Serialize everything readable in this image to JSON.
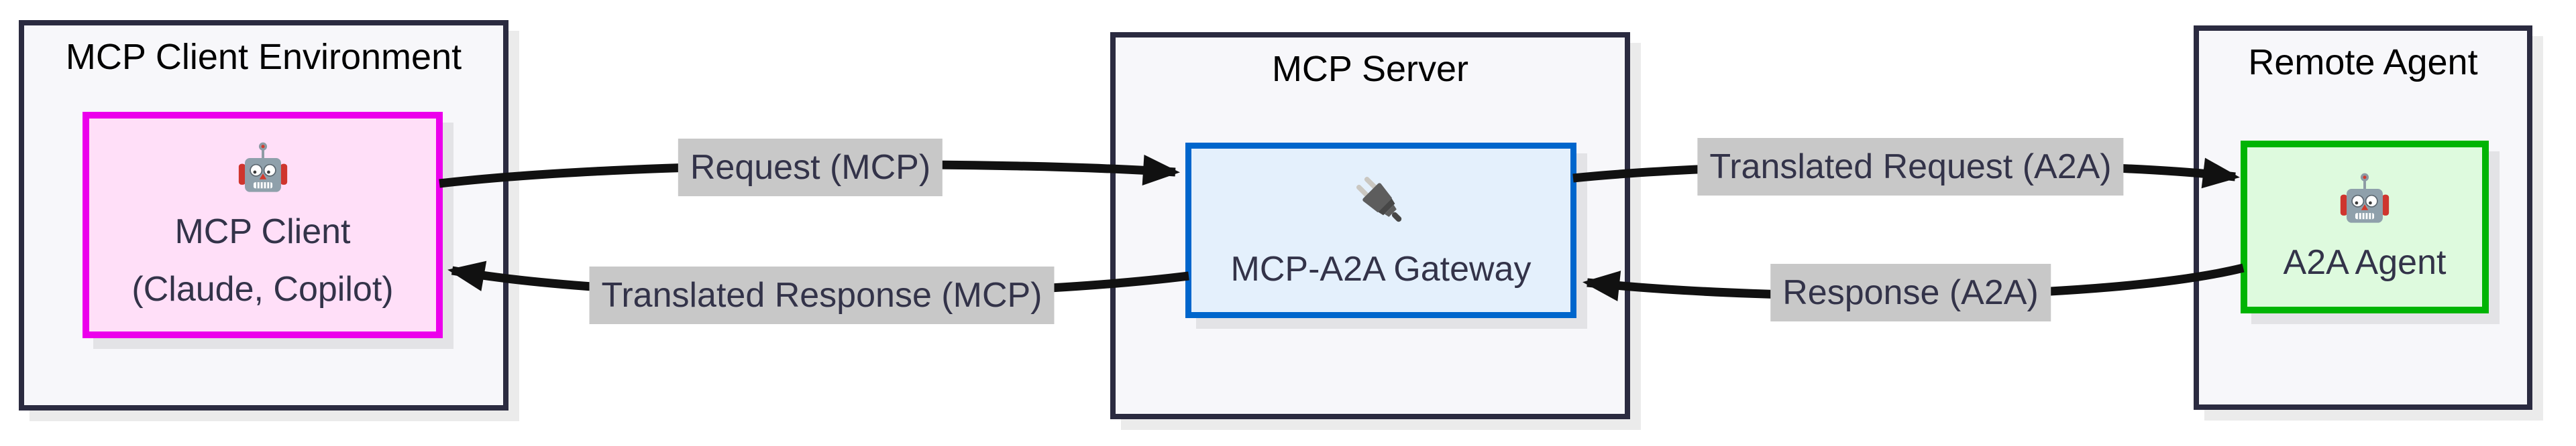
{
  "diagram": {
    "containers": [
      {
        "title": "MCP Client Environment",
        "node": {
          "icon": "robot",
          "line1": "MCP Client",
          "line2": "(Claude, Copilot)"
        }
      },
      {
        "title": "MCP Server",
        "node": {
          "icon": "plug",
          "line1": "MCP-A2A Gateway"
        }
      },
      {
        "title": "Remote Agent",
        "node": {
          "icon": "robot",
          "line1": "A2A Agent"
        }
      }
    ],
    "edges": [
      {
        "label": "Request (MCP)",
        "from": "MCP Client",
        "to": "MCP-A2A Gateway",
        "direction": "right"
      },
      {
        "label": "Translated Response (MCP)",
        "from": "MCP-A2A Gateway",
        "to": "MCP Client",
        "direction": "left"
      },
      {
        "label": "Translated Request (A2A)",
        "from": "MCP-A2A Gateway",
        "to": "A2A Agent",
        "direction": "right"
      },
      {
        "label": "Response (A2A)",
        "from": "A2A Agent",
        "to": "MCP-A2A Gateway",
        "direction": "left"
      }
    ],
    "colors": {
      "container_border": "#2b2b40",
      "container_fill": "#f7f7fa",
      "client_border": "#ec00ec",
      "client_fill": "#ffdff8",
      "gateway_border": "#0066cc",
      "gateway_fill": "#e4f0fc",
      "agent_border": "#00b404",
      "agent_fill": "#defade",
      "edge_label_bg": "#c8c8c8",
      "node_text": "#333349",
      "title_text": "#000000",
      "arrow": "#111111"
    }
  }
}
